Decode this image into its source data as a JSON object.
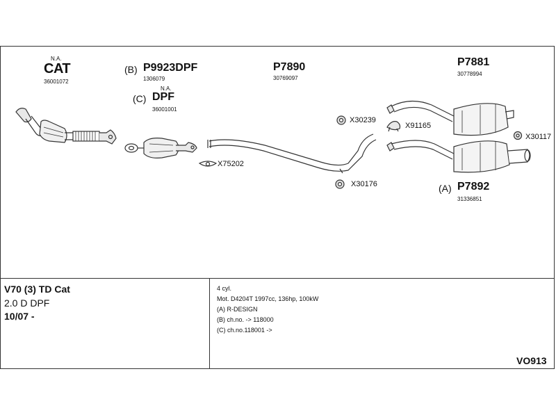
{
  "parts": {
    "cat": {
      "na": "N.A.",
      "name": "CAT",
      "number": "36001072"
    },
    "p9923dpf": {
      "prefix": "(B)",
      "name": "P9923DPF",
      "number": "1306079"
    },
    "dpf": {
      "na": "N.A.",
      "prefix": "(C)",
      "name": "DPF",
      "number": "36001001"
    },
    "p7890": {
      "name": "P7890",
      "number": "30769097"
    },
    "p7881": {
      "name": "P7881",
      "number": "30778994"
    },
    "p7892": {
      "prefix": "(A)",
      "name": "P7892",
      "number": "31336851"
    }
  },
  "accessories": [
    {
      "id": "x75202",
      "label": "X75202"
    },
    {
      "id": "x30239",
      "label": "X30239"
    },
    {
      "id": "x91165",
      "label": "X91165"
    },
    {
      "id": "x30117",
      "label": "X30117"
    },
    {
      "id": "x30176",
      "label": "X30176"
    }
  ],
  "vehicle": {
    "model": "V70 (3) TD Cat",
    "engine": "2.0 D DPF",
    "date": "10/07 -"
  },
  "notes": {
    "line1": "4 cyl.",
    "line2": "Mot. D4204T 1997cc, 136hp, 100kW",
    "line3": "(A) R-DESIGN",
    "line4": "(B) ch.no. -> 118000",
    "line5": "(C) ch.no.118001 ->"
  },
  "diagram_code": "VO913"
}
